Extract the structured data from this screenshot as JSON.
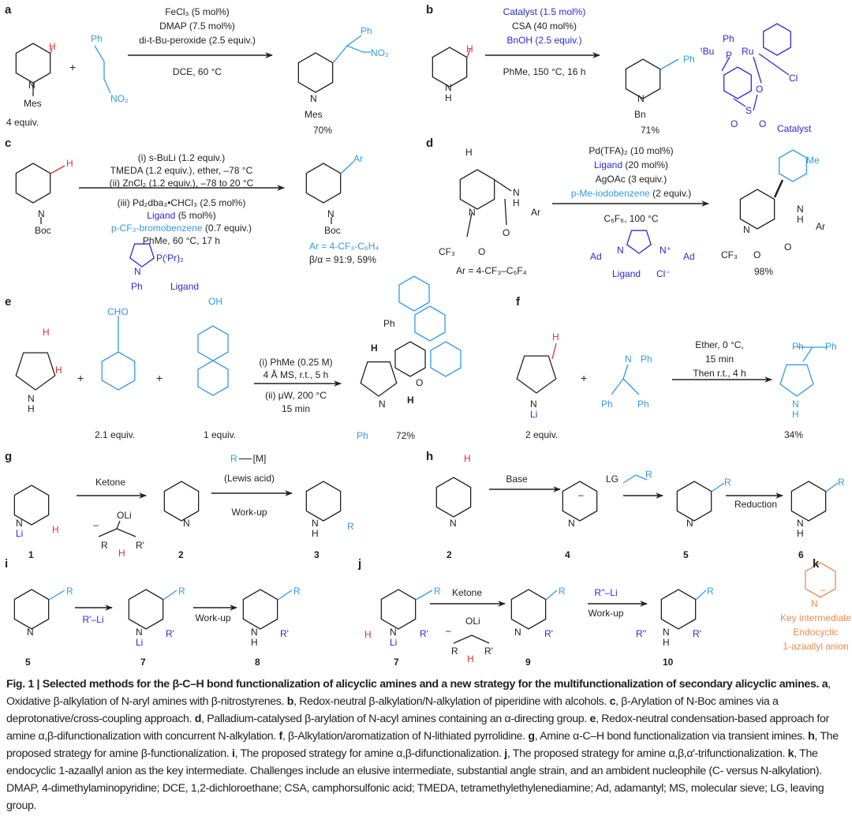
{
  "panels": {
    "a": {
      "label": "a",
      "reactant1": {
        "h": "H",
        "n": "N",
        "sub": "Mes",
        "equiv": "4 equiv."
      },
      "plus": "+",
      "reactant2": {
        "ph": "Ph",
        "no2": "NO₂"
      },
      "conditions_above": [
        "FeCl₃ (5 mol%)",
        "DMAP (7.5 mol%)",
        "di-t-Bu-peroxide (2.5 equiv.)"
      ],
      "conditions_below": [
        "DCE, 60 °C"
      ],
      "product": {
        "ph": "Ph",
        "no2": "NO₂",
        "n": "N",
        "sub": "Mes",
        "yield": "70%"
      }
    },
    "b": {
      "label": "b",
      "reactant": {
        "h": "H",
        "n": "N",
        "nh": "H"
      },
      "conditions_above": [
        "Catalyst (1.5 mol%)",
        "CSA (40 mol%)",
        "BnOH (2.5 equiv.)"
      ],
      "conditions_below": [
        "PhMe, 150 °C, 16 h"
      ],
      "product": {
        "ph": "Ph",
        "n": "N",
        "sub": "Bn",
        "yield": "71%"
      },
      "catalyst": {
        "tbu": "ᵗBu",
        "ph": "Ph",
        "p": "P",
        "ru": "Ru",
        "cl": "Cl",
        "o1": "O",
        "s": "S",
        "o2": "O",
        "o3": "O",
        "name": "Catalyst"
      }
    },
    "c": {
      "label": "c",
      "reactant": {
        "h": "H",
        "n": "N",
        "sub": "Boc"
      },
      "conditions_above": [
        "(i) s-BuLi (1.2 equiv.)",
        "TMEDA (1.2 equiv.), ether, –78 °C",
        "(ii) ZnCl₂ (1.2 equiv.), –78 to 20 °C"
      ],
      "conditions_below": [
        "(iii) Pd₂dba₃•CHCl₃ (2.5 mol%)",
        "Ligand",
        "(5 mol%)",
        "p-CF₃-bromobenzene",
        "(0.7 equiv.)",
        "PhMe, 60 °C, 17 h"
      ],
      "ligand": {
        "n": "N",
        "p": "P(ⁱPr)₂",
        "ph": "Ph",
        "name": "Ligand"
      },
      "product": {
        "ar": "Ar",
        "n": "N",
        "sub": "Boc",
        "ar_def": "Ar = 4-CF₃-C₆H₄",
        "ratio": "β/α = 91:9, 59%"
      }
    },
    "d": {
      "label": "d",
      "reactant": {
        "h": "H",
        "n": "N",
        "nh_n": "N",
        "nh_h": "H",
        "ar": "Ar",
        "o1": "O",
        "o2": "O",
        "cf3": "CF₃",
        "ar_def": "Ar = 4-CF₃–C₆F₄"
      },
      "conditions_above": [
        "Pd(TFA)₂ (10 mol%)",
        "Ligand",
        "(20 mol%)",
        "AgOAc (3 equiv.)",
        "p-Me-iodobenzene",
        "(2 equiv.)"
      ],
      "conditions_below": [
        "C₆F₆, 100 °C"
      ],
      "ligand": {
        "ad1": "Ad",
        "n1": "N",
        "n2": "N⁺",
        "ad2": "Ad",
        "name": "Ligand",
        "cl": "Cl⁻"
      },
      "product": {
        "me": "Me",
        "n": "N",
        "nh_n": "N",
        "nh_h": "H",
        "ar": "Ar",
        "o1": "O",
        "o2": "O",
        "cf3": "CF₃",
        "yield": "98%"
      }
    },
    "e": {
      "label": "e",
      "reactant1": {
        "h1": "H",
        "h2": "H",
        "n": "N",
        "nh": "H"
      },
      "plus1": "+",
      "reactant2": {
        "cho": "CHO",
        "equiv": "2.1 equiv."
      },
      "plus2": "+",
      "reactant3": {
        "oh": "OH",
        "equiv": "1 equiv."
      },
      "conditions_above": [
        "(i) PhMe (0.25 M)",
        "4 Å MS, r.t., 5 h"
      ],
      "conditions_below": [
        "(ii) μW, 200 °C",
        "15 min"
      ],
      "product": {
        "ph1": "Ph",
        "h1": "H",
        "h2": "H",
        "n": "N",
        "o": "O",
        "ph2": "Ph",
        "yield": "72%"
      }
    },
    "f": {
      "label": "f",
      "reactant1": {
        "h": "H",
        "n": "N",
        "li": "Li",
        "equiv": "2 equiv."
      },
      "plus": "+",
      "reactant2": {
        "n": "N",
        "ph1": "Ph",
        "ph2": "Ph",
        "ph3": "Ph"
      },
      "conditions_above": [
        "Ether, 0 °C,",
        "15 min",
        "Then r.t., 4 h"
      ],
      "product": {
        "ph1": "Ph",
        "ph2": "Ph",
        "n": "N",
        "nh": "H",
        "yield": "34%"
      }
    },
    "g": {
      "label": "g",
      "c1": {
        "n": "N",
        "li": "Li",
        "h": "H",
        "num": "1"
      },
      "step1": {
        "above": "Ketone",
        "minus": "–",
        "oli": "OLi",
        "r": "R",
        "rp": "R'",
        "h": "H"
      },
      "c2": {
        "n": "N",
        "num": "2"
      },
      "step2": {
        "reagent": "R",
        "metal": "[M]",
        "lewis": "(Lewis acid)",
        "below": "Work-up"
      },
      "c3": {
        "n": "N",
        "nh": "H",
        "r": "R",
        "num": "3"
      }
    },
    "h": {
      "label": "h",
      "c2": {
        "h": "H",
        "n": "N",
        "num": "2"
      },
      "step1": {
        "above": "Base"
      },
      "c4": {
        "n": "N",
        "charge": "–",
        "num": "4"
      },
      "step2": {
        "lg": "LG",
        "r": "R"
      },
      "c5": {
        "n": "N",
        "r": "R",
        "num": "5"
      },
      "step3": {
        "below": "Reduction"
      },
      "c6": {
        "n": "N",
        "nh": "H",
        "r": "R",
        "num": "6"
      }
    },
    "i": {
      "label": "i",
      "c5": {
        "n": "N",
        "r": "R",
        "num": "5"
      },
      "step1": {
        "below": "R'–Li"
      },
      "c7": {
        "n": "N",
        "li": "Li",
        "r": "R",
        "rp": "R'",
        "num": "7"
      },
      "step2": {
        "below": "Work-up"
      },
      "c8": {
        "n": "N",
        "nh": "H",
        "r": "R",
        "rp": "R'",
        "num": "8"
      }
    },
    "j": {
      "label": "j",
      "c7": {
        "h": "H",
        "n": "N",
        "li": "Li",
        "r": "R",
        "rp": "R'",
        "num": "7"
      },
      "step1": {
        "above": "Ketone",
        "minus": "–",
        "oli": "OLi",
        "r": "R",
        "rp": "R'",
        "h": "H"
      },
      "c9": {
        "n": "N",
        "r": "R",
        "rp": "R'",
        "num": "9"
      },
      "step2": {
        "above": "R''–Li",
        "below": "Work-up"
      },
      "c10": {
        "rpp": "R''",
        "n": "N",
        "nh": "H",
        "r": "R",
        "rp": "R'",
        "num": "10"
      }
    },
    "k": {
      "label": "k",
      "n": "N",
      "charge": "–",
      "lines": [
        "Key intermediate",
        "Endocyclic",
        "1-azaallyl anion"
      ]
    }
  },
  "caption": {
    "title": "Fig. 1 | Selected methods for the β-C–H bond functionalization of alicyclic amines and a new strategy for the multifunctionalization of secondary alicyclic amines.",
    "parts": [
      {
        "label": "a",
        "text": ", Oxidative β-alkylation of N-aryl amines with β-nitrostyrenes. "
      },
      {
        "label": "b",
        "text": ", Redox-neutral β-alkylation/N-alkylation of piperidine with alcohols. "
      },
      {
        "label": "c",
        "text": ", β-Arylation of N-Boc amines via a deprotonative/cross-coupling approach. "
      },
      {
        "label": "d",
        "text": ", Palladium-catalysed β-arylation of N-acyl amines containing an α-directing group. "
      },
      {
        "label": "e",
        "text": ", Redox-neutral condensation-based approach for amine α,β-difunctionalization with concurrent N-alkylation. "
      },
      {
        "label": "f",
        "text": ", β-Alkylation/aromatization of N-lithiated pyrrolidine. "
      },
      {
        "label": "g",
        "text": ", Amine α-C–H bond functionalization via transient imines. "
      },
      {
        "label": "h",
        "text": ", The proposed strategy for amine β-functionalization. "
      },
      {
        "label": "i",
        "text": ", The proposed strategy for amine α,β-difunctionalization. "
      },
      {
        "label": "j",
        "text": ", The proposed strategy for amine α,β,α′-trifunctionalization. "
      },
      {
        "label": "k",
        "text": ", The endocyclic 1-azaallyl anion as the key intermediate. Challenges include an elusive intermediate, substantial angle strain, and an ambident nucleophile (C- versus N-alkylation). DMAP, 4-dimethylaminopyridine; DCE, 1,2-dichloroethane; CSA, camphorsulfonic acid; TMEDA, tetramethylethylenediamine; Ad, adamantyl; MS, molecular sieve; LG, leaving group."
      }
    ]
  },
  "colors": {
    "blue": "#2a2ae0",
    "light_blue": "#3399ee",
    "red": "#e83030",
    "orange": "#f08a4b",
    "ink": "#222222"
  }
}
